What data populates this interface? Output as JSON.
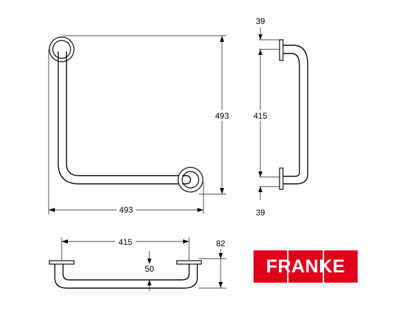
{
  "dimensions": {
    "front_width": "493",
    "front_height": "493",
    "side_top_flange": "39",
    "side_length": "415",
    "side_bottom_flange": "39",
    "top_length": "415",
    "top_depth": "82",
    "top_inner": "50"
  },
  "logo": {
    "text": "FRANKE",
    "color": "#e2001a"
  }
}
